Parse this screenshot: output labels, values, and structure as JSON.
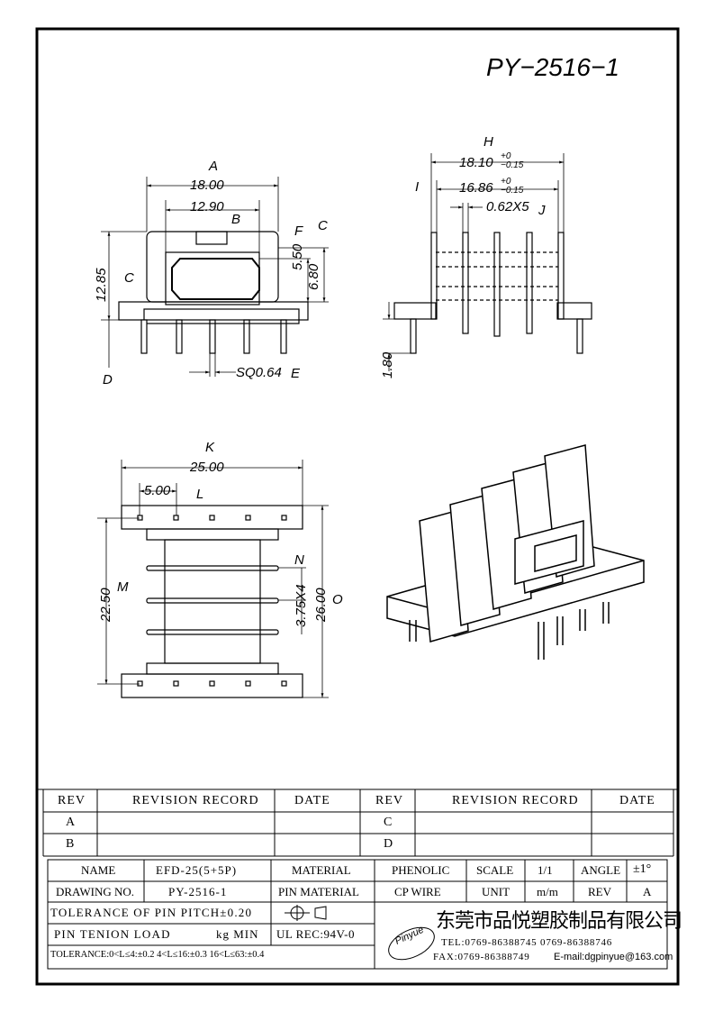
{
  "drawing_number_title": "PY−2516−1",
  "front_view": {
    "label_A": "A",
    "dim_A": "18.00",
    "label_B": "B",
    "dim_B": "12.90",
    "label_C": "C",
    "dim_C_left": "12.85",
    "label_C_left": "C",
    "label_F": "F",
    "dim_F": "5.50",
    "dim_C_right": "6.80",
    "label_D": "D",
    "dim_E": "SQ0.64",
    "label_E": "E"
  },
  "side_view": {
    "label_H": "H",
    "dim_H": "18.10",
    "tol_H_upper": "+0",
    "tol_H_lower": "−0.15",
    "label_I": "I",
    "dim_I": "16.86",
    "tol_I_upper": "+0",
    "tol_I_lower": "−0.15",
    "dim_J": "0.62X5",
    "label_J": "J",
    "dim_pin": "1.80"
  },
  "bottom_view": {
    "label_K": "K",
    "dim_K": "25.00",
    "dim_L": "5.00",
    "label_L": "L",
    "dim_M": "22.50",
    "label_M": "M",
    "dim_N": "3.75X4",
    "label_N": "N",
    "dim_O": "26.00",
    "label_O": "O"
  },
  "revision_table": {
    "headers": [
      "REV",
      "REVISION RECORD",
      "DATE",
      "REV",
      "REVISION RECORD",
      "DATE"
    ],
    "rows": [
      [
        "A",
        "",
        "",
        "C",
        "",
        ""
      ],
      [
        "B",
        "",
        "",
        "D",
        "",
        ""
      ]
    ]
  },
  "title_block": {
    "name_label": "NAME",
    "name_value": "EFD-25(5+5P)",
    "material_label": "MATERIAL",
    "material_value": "PHENOLIC",
    "scale_label": "SCALE",
    "scale_value": "1/1",
    "angle_label": "ANGLE",
    "angle_value": "±1°",
    "drawing_no_label": "DRAWING NO.",
    "drawing_no_value": "PY-2516-1",
    "pin_material_label": "PIN MATERIAL",
    "pin_material_value": "CP WIRE",
    "unit_label": "UNIT",
    "unit_value": "m/m",
    "rev_label": "REV",
    "rev_value": "A",
    "tolerance_pitch": "TOLERANCE OF PIN PITCH±0.20",
    "pin_tension": "PIN TENION LOAD",
    "pin_tension_unit": "kg MIN",
    "ul_rec": "UL REC:94V-0",
    "tolerance_general": "TOLERANCE:0<L≤4:±0.2  4<L≤16:±0.3  16<L≤63:±0.4",
    "logo_text": "Pinyue",
    "company_name": "东莞市品悦塑胶制品有限公司",
    "tel": "TEL:0769-86388745    0769-86388746",
    "fax": "FAX:0769-86388749",
    "email": "E-mail:dgpinyue@163.com"
  }
}
